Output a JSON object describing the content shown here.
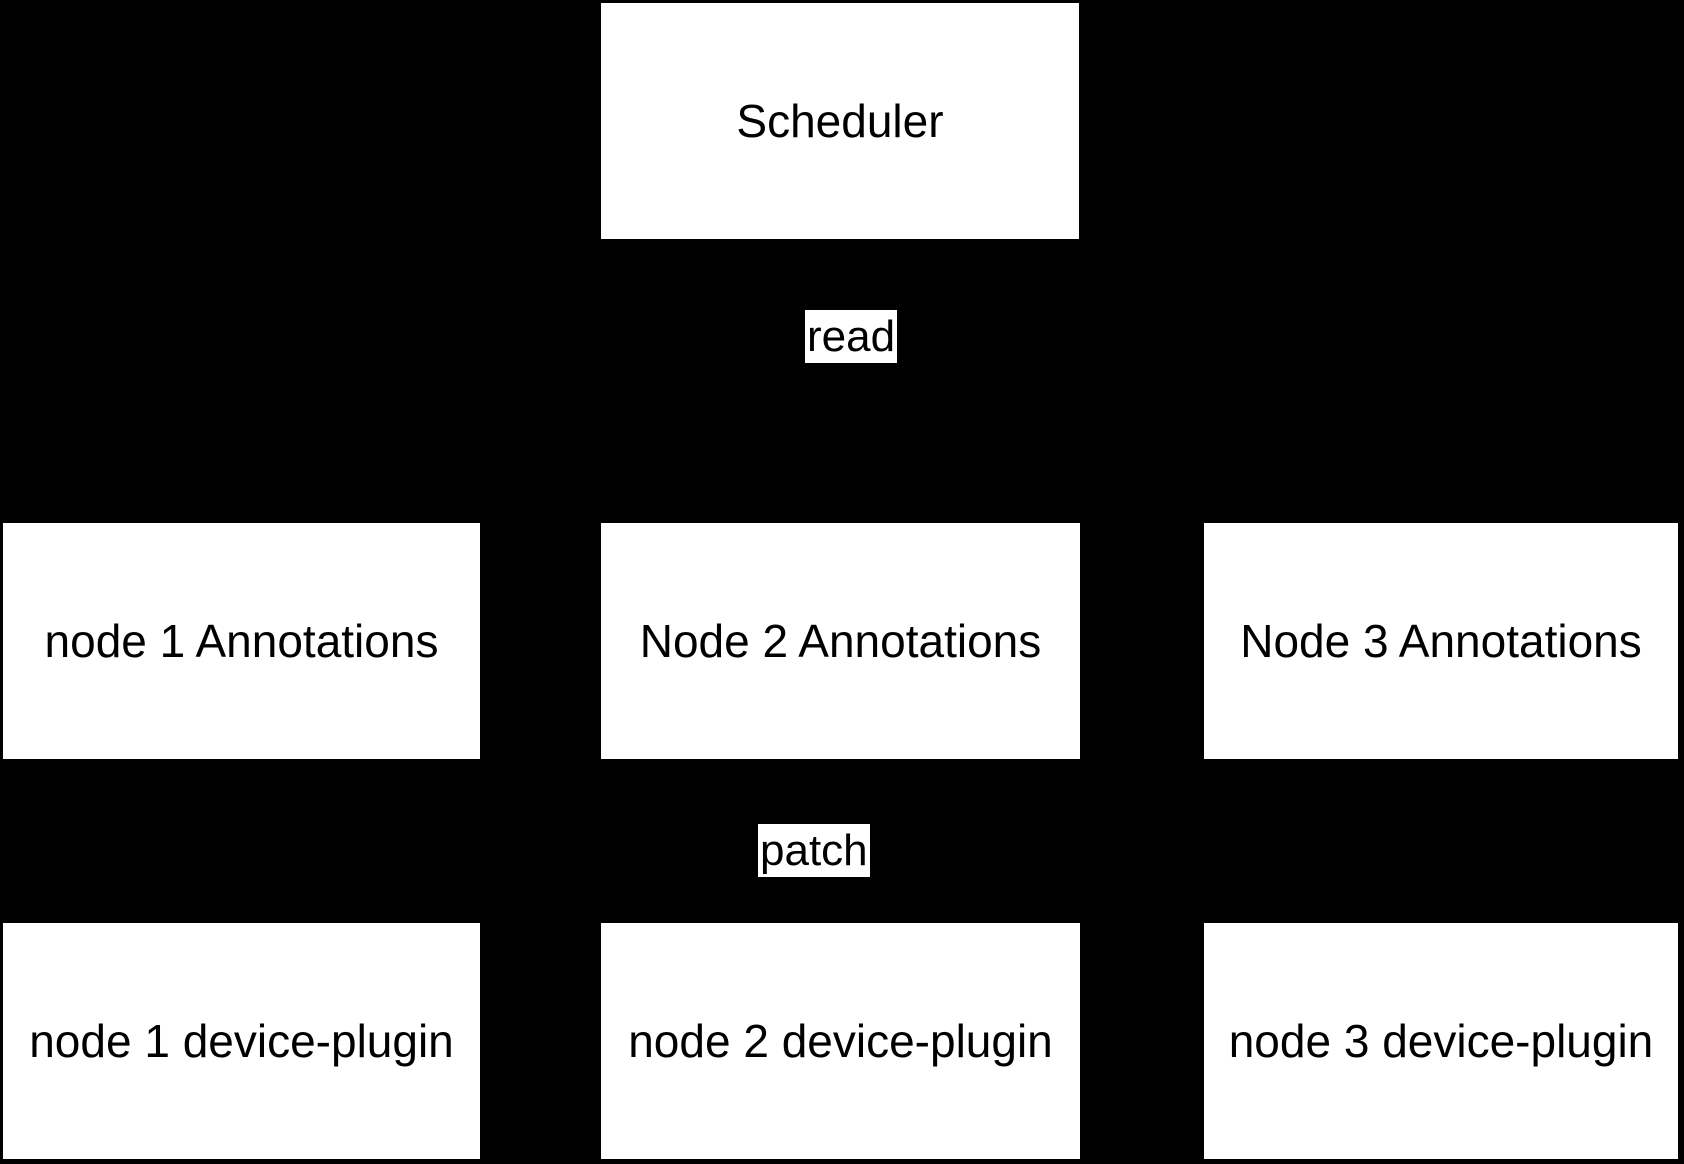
{
  "colors": {
    "background": "#000000",
    "node_fill": "#ffffff",
    "node_text": "#000000"
  },
  "scheduler": {
    "label": "Scheduler"
  },
  "edge_labels": {
    "read": "read",
    "patch": "patch"
  },
  "annotation_nodes": [
    {
      "label": "node 1 Annotations"
    },
    {
      "label": "Node 2 Annotations"
    },
    {
      "label": "Node 3 Annotations"
    }
  ],
  "device_plugin_nodes": [
    {
      "label": "node 1 device-plugin"
    },
    {
      "label": "node 2 device-plugin"
    },
    {
      "label": "node 3 device-plugin"
    }
  ]
}
